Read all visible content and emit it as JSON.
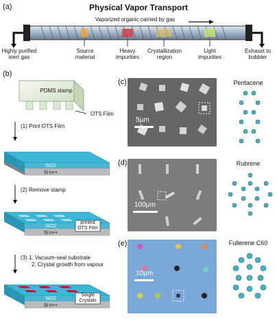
{
  "panel_a": {
    "label": "(a)",
    "title": "Physical Vapor Transport",
    "flow_text": "Vaporized organic carried by gas",
    "labels": {
      "inert_gas": "Highly purified inert gas",
      "source": "Source material",
      "heavy": "Heavy impurities",
      "cryst": "Crystallization region",
      "light": "Light impurities",
      "exhaust": "Exhaust to bubbler"
    }
  },
  "panel_b": {
    "label": "(b)",
    "stamp_label": "PDMS stamp",
    "ots_film": "OTS Film",
    "step1": "(1)  Print OTS Film",
    "step2": "(2)  Remove stamp",
    "step3a": "(3)  1. Vacuum-seal substrate",
    "step3b": "2. Crystal growth from vapour",
    "sio2": "SiO2",
    "si": "Si n++",
    "printed_ots": "printed OTS Film",
    "single_crystals": "Single Crystals"
  },
  "panel_c": {
    "label": "(c)",
    "molecule": "Pentacene",
    "scale": "5µm"
  },
  "panel_d": {
    "label": "(d)",
    "molecule": "Rubrene",
    "scale": "100µm"
  },
  "panel_e": {
    "label": "(e)",
    "molecule": "Fullerene C60",
    "scale": "10µm"
  }
}
